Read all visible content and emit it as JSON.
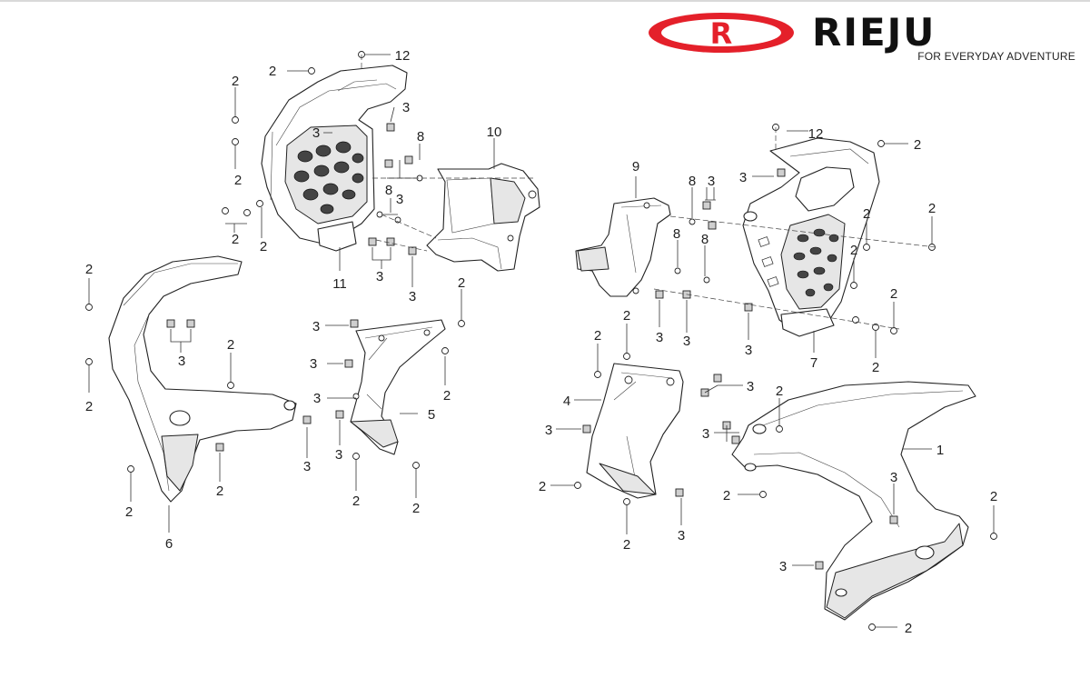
{
  "brand": {
    "logo_letter": "R",
    "name": "RIEJU",
    "tagline": "FOR EVERYDAY ADVENTURE",
    "accent_color": "#e4202a"
  },
  "callouts": {
    "c_2_a": "2",
    "c_12_left": "12",
    "c_2_b": "2",
    "c_3_a": "3",
    "c_3_b": "3",
    "c_8_a": "8",
    "c_10": "10",
    "c_2_c": "2",
    "c_8_b": "8",
    "c_3_c": "3",
    "c_2_d": "2",
    "c_2_e": "2",
    "c_11": "11",
    "c_3_d": "3",
    "c_3_e": "3",
    "c_2_f": "2",
    "c_2_g": "2",
    "c_3_f": "3",
    "c_2_h": "2",
    "c_3_g": "3",
    "c_3_h": "3",
    "c_2_i": "2",
    "c_3_i": "3",
    "c_5": "5",
    "c_3_j": "3",
    "c_2_j": "2",
    "c_3_k": "3",
    "c_2_k": "2",
    "c_2_l": "2",
    "c_6": "6",
    "c_2_m": "2",
    "c_2_n": "2",
    "c_9": "9",
    "c_8_c": "8",
    "c_3_l": "3",
    "c_8_d": "8",
    "c_8_e": "8",
    "c_12_right": "12",
    "c_2_o": "2",
    "c_3_m": "3",
    "c_2_p": "2",
    "c_2_q": "2",
    "c_2_r": "2",
    "c_2_s": "2",
    "c_3_n": "3",
    "c_3_o": "3",
    "c_3_p": "3",
    "c_7": "7",
    "c_2_t": "2",
    "c_2_u": "2",
    "c_2_v": "2",
    "c_3_q": "3",
    "c_4": "4",
    "c_2_w": "2",
    "c_3_r": "3",
    "c_3_s": "3",
    "c_2_x": "2",
    "c_1": "1",
    "c_2_y": "2",
    "c_3_t": "3",
    "c_2_z": "2",
    "c_3_u": "3",
    "c_2_aa": "2",
    "c_3_v": "3",
    "c_2_ab": "2",
    "c_2_ac": "2"
  }
}
